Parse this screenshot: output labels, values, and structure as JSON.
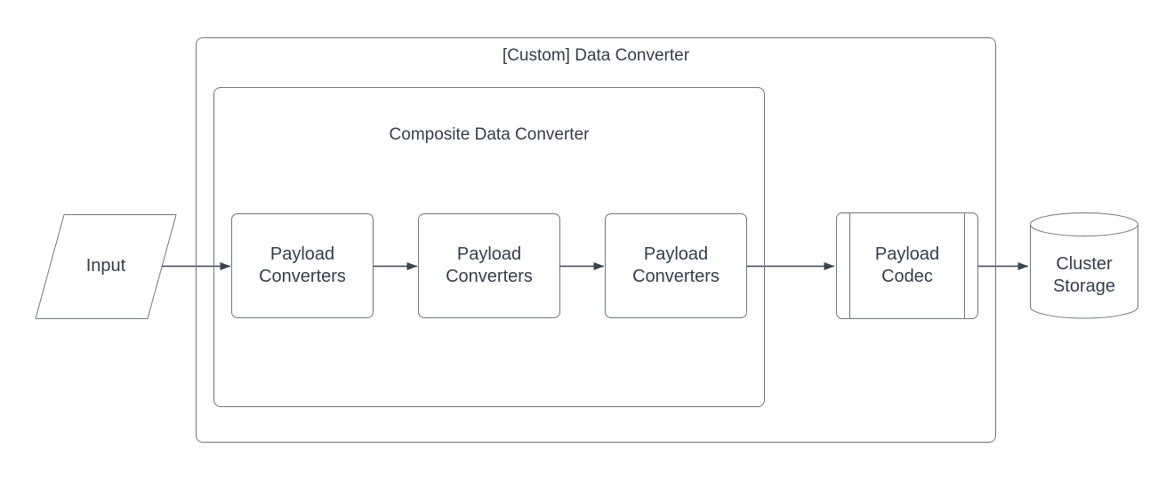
{
  "diagram": {
    "type": "flowchart",
    "outer_container": {
      "title": "[Custom] Data Converter"
    },
    "inner_container": {
      "title": "Composite Data Converter"
    },
    "nodes": {
      "input": {
        "shape": "parallelogram",
        "label": "Input"
      },
      "payload_converters_1": {
        "shape": "rounded-rect",
        "label_line1": "Payload",
        "label_line2": "Converters"
      },
      "payload_converters_2": {
        "shape": "rounded-rect",
        "label_line1": "Payload",
        "label_line2": "Converters"
      },
      "payload_converters_3": {
        "shape": "rounded-rect",
        "label_line1": "Payload",
        "label_line2": "Converters"
      },
      "payload_codec": {
        "shape": "subroutine",
        "label_line1": "Payload",
        "label_line2": "Codec"
      },
      "cluster_storage": {
        "shape": "cylinder",
        "label_line1": "Cluster",
        "label_line2": "Storage"
      }
    },
    "edges": [
      {
        "from": "input",
        "to": "payload_converters_1"
      },
      {
        "from": "payload_converters_1",
        "to": "payload_converters_2"
      },
      {
        "from": "payload_converters_2",
        "to": "payload_converters_3"
      },
      {
        "from": "payload_converters_3",
        "to": "payload_codec"
      },
      {
        "from": "payload_codec",
        "to": "cluster_storage"
      }
    ],
    "colors": {
      "shape_stroke": "#6f7680",
      "arrow": "#3b4452",
      "text": "#333d4b",
      "background": "#ffffff"
    }
  }
}
